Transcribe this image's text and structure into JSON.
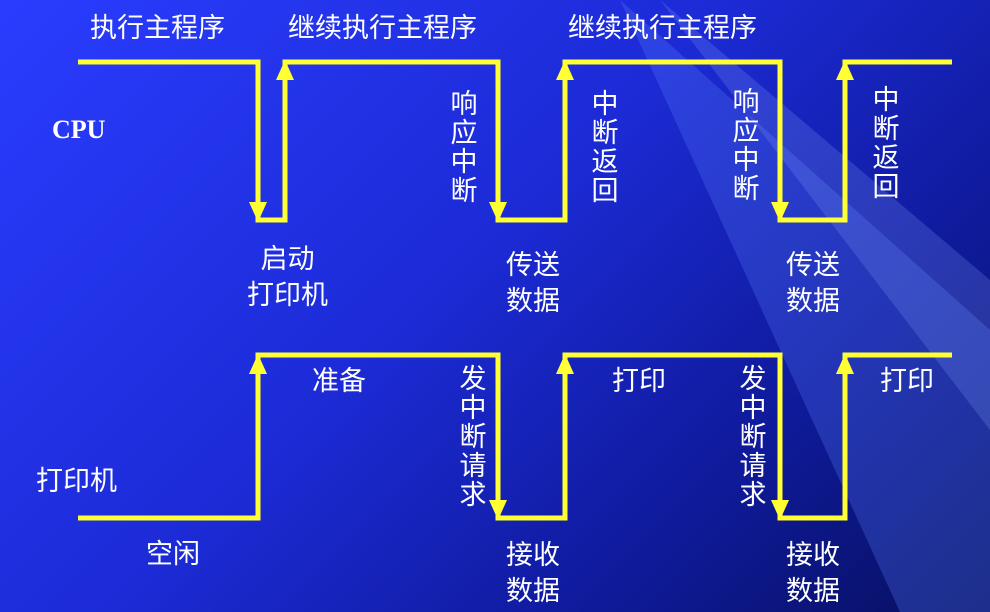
{
  "cpu": {
    "row_label": "CPU",
    "top": [
      "执行主程序",
      "继续执行主程序",
      "继续执行主程序"
    ],
    "vertical": [
      "响应中断",
      "中断返回",
      "响应中断",
      "中断返回"
    ],
    "bottom": [
      [
        "启动",
        "打印机"
      ],
      [
        "传送",
        "数据"
      ],
      [
        "传送",
        "数据"
      ]
    ]
  },
  "printer": {
    "row_label": "打印机",
    "top": [
      "准备",
      "打印",
      "打印"
    ],
    "vertical": [
      "发中断请求",
      "发中断请求"
    ],
    "bottom": [
      "空闲"
    ],
    "bottom2": [
      [
        "接收",
        "数据"
      ],
      [
        "接收",
        "数据"
      ]
    ]
  },
  "colors": {
    "signal": "#ffff33",
    "text": "#ffffff",
    "background": "#1c2bd6"
  }
}
